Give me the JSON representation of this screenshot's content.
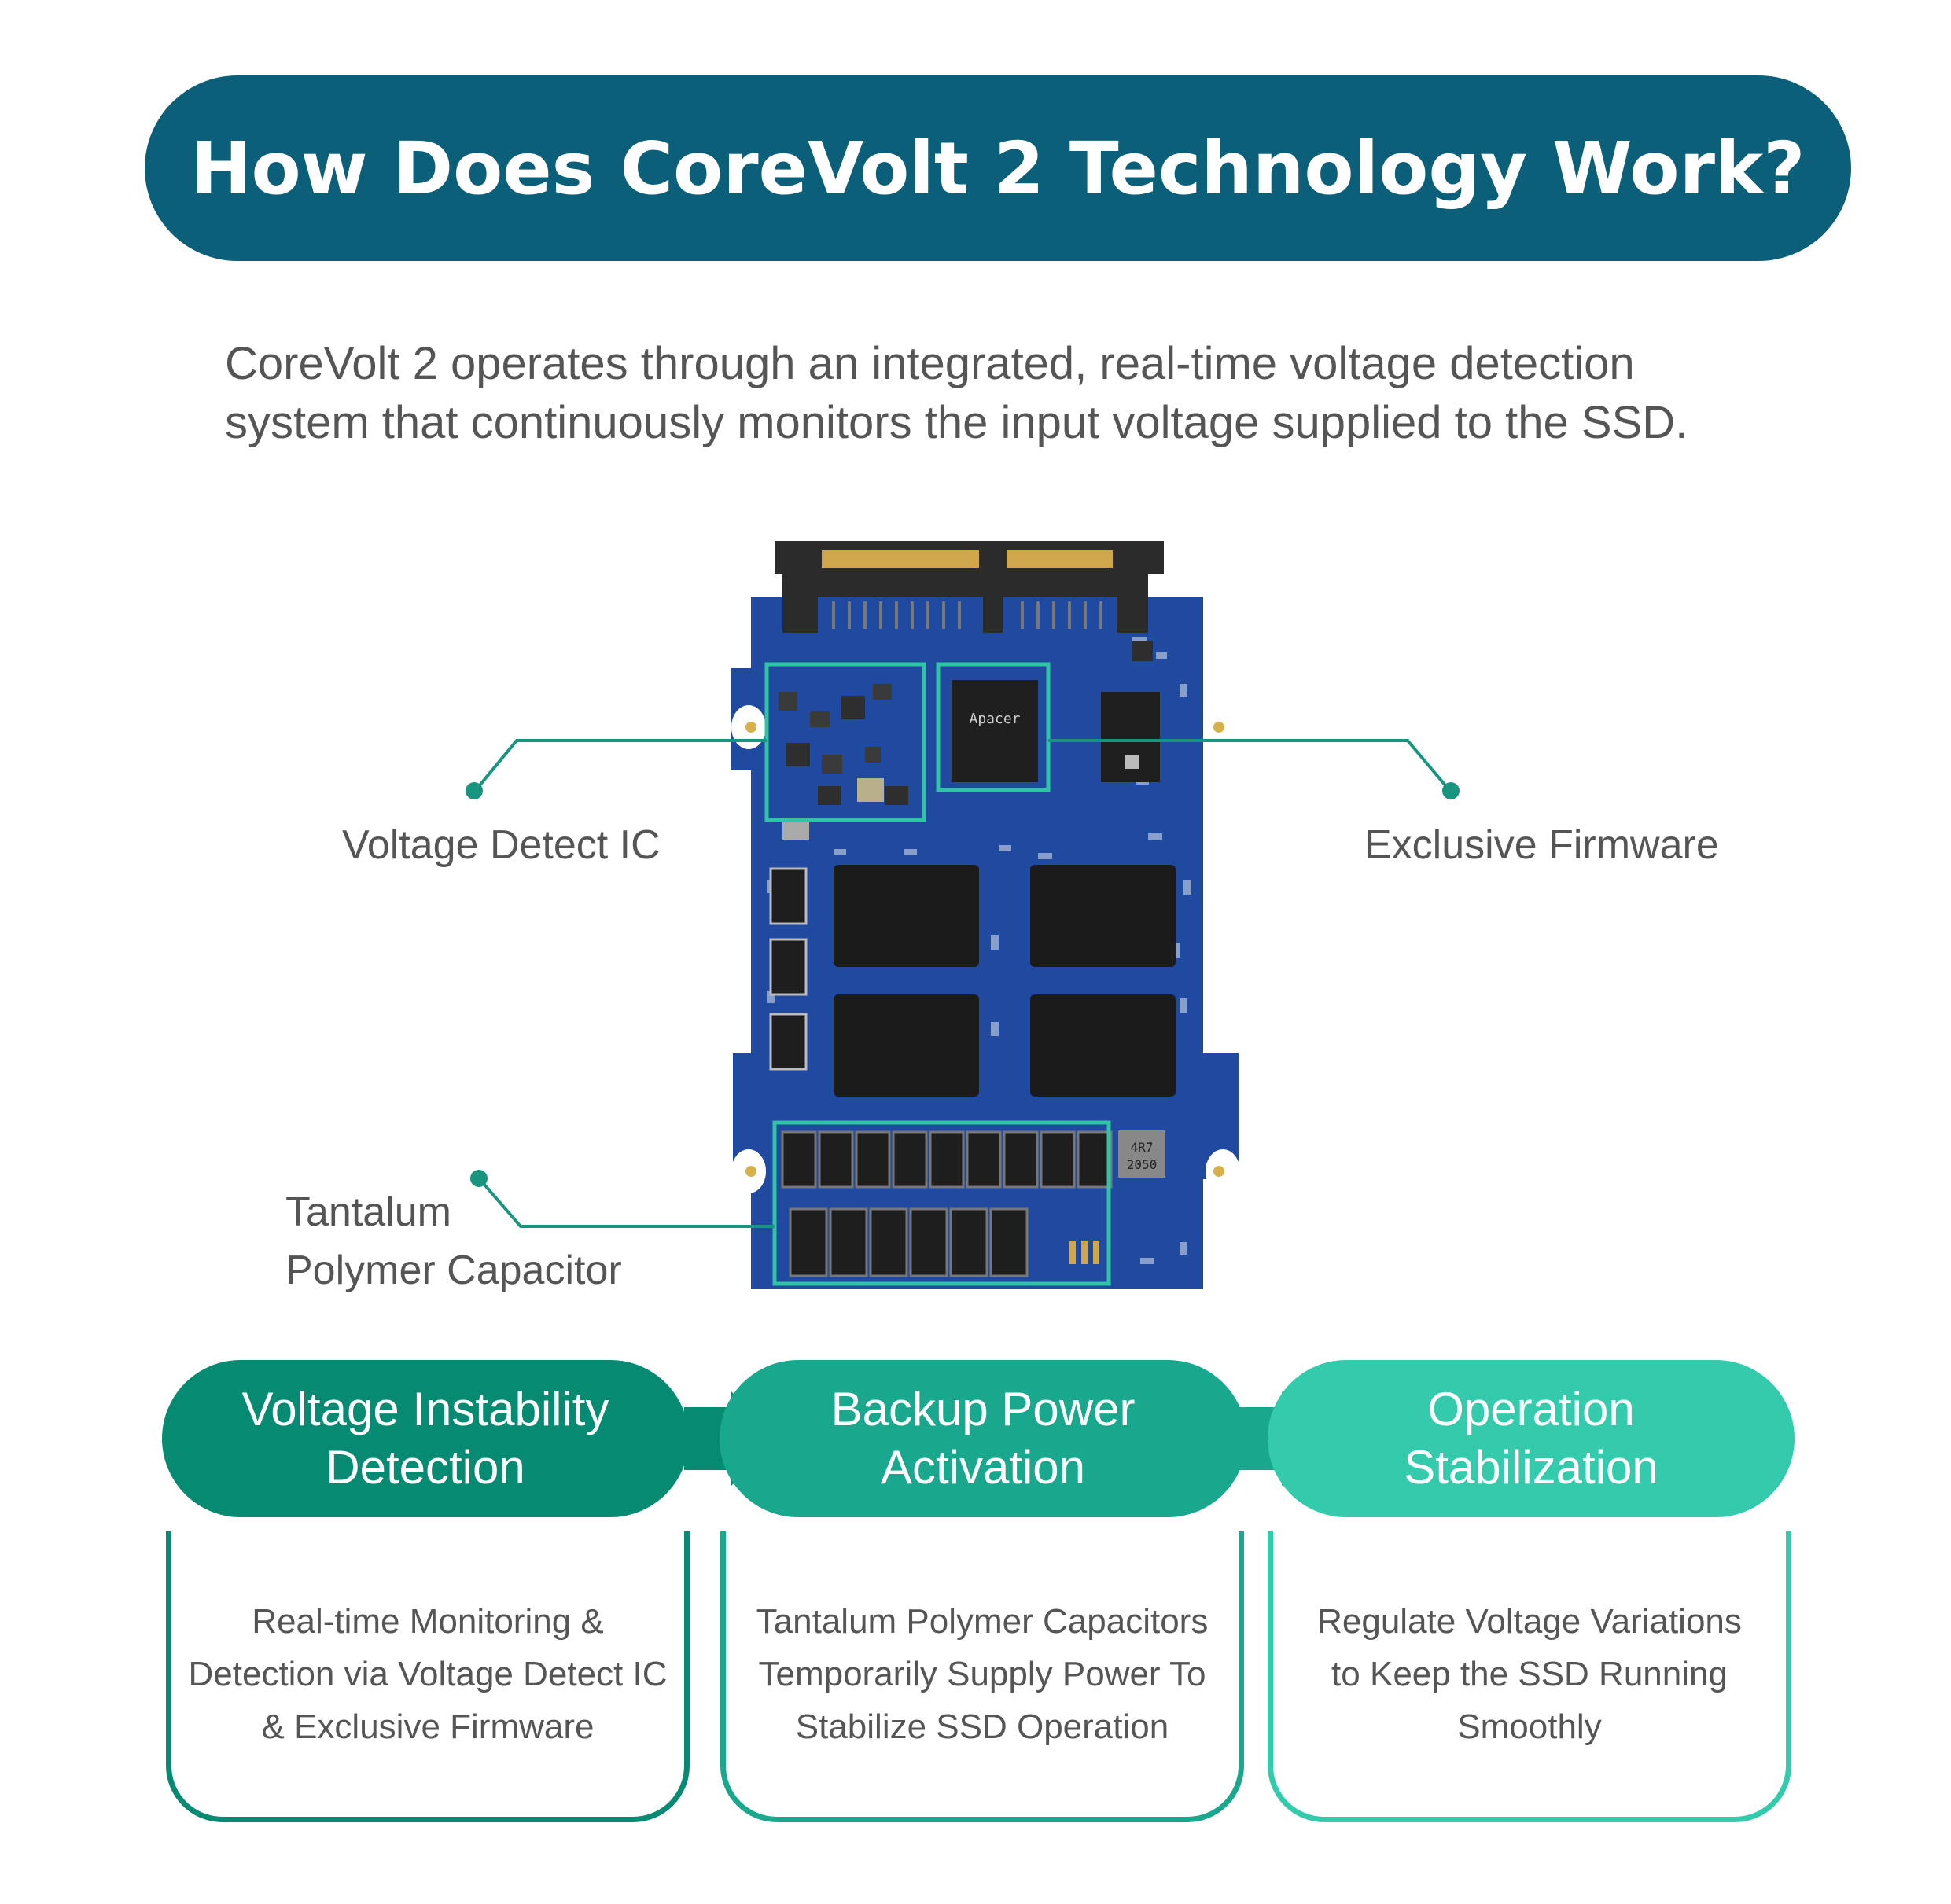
{
  "title": "How Does CoreVolt 2 Technology Work?",
  "intro": {
    "line1": "CoreVolt 2 operates through an integrated, real-time voltage detection",
    "line2": "system that continuously monitors the input voltage supplied to the SSD."
  },
  "callouts": {
    "voltage_detect_ic": "Voltage Detect IC",
    "exclusive_firmware": "Exclusive Firmware",
    "capacitor_line1": "Tantalum",
    "capacitor_line2": "Polymer Capacitor"
  },
  "board": {
    "controller_brand": "Apacer",
    "inductor_code1": "4R7",
    "inductor_code2": "2050"
  },
  "steps": [
    {
      "title_line1": "Voltage Instability",
      "title_line2": "Detection",
      "desc_line1": "Real-time Monitoring &",
      "desc_line2": "Detection via Voltage Detect IC",
      "desc_line3": "& Exclusive Firmware"
    },
    {
      "title_line1": "Backup Power",
      "title_line2": "Activation",
      "desc_line1": "Tantalum Polymer Capacitors",
      "desc_line2": "Temporarily Supply Power To",
      "desc_line3": "Stabilize SSD Operation"
    },
    {
      "title_line1": "Operation",
      "title_line2": "Stabilization",
      "desc_line1": "Regulate Voltage Variations",
      "desc_line2": "to Keep the SSD Running",
      "desc_line3": "Smoothly"
    }
  ],
  "colors": {
    "banner": "#0c5f78",
    "step1": "#078a72",
    "step2": "#19a88d",
    "step3": "#34cbad",
    "callout_line": "#17957f",
    "highlight_box": "#2fc4a6",
    "pcb": "#1f4aa0"
  }
}
